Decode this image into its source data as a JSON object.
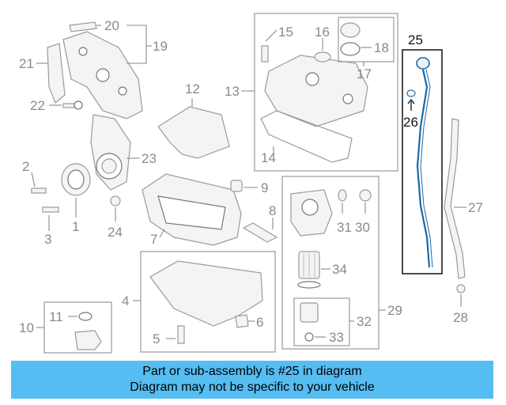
{
  "diagram": {
    "labels": {
      "p1": "1",
      "p2": "2",
      "p3": "3",
      "p4": "4",
      "p5": "5",
      "p6": "6",
      "p7": "7",
      "p8": "8",
      "p9": "9",
      "p10": "10",
      "p11": "11",
      "p12": "12",
      "p13": "13",
      "p14": "14",
      "p15": "15",
      "p16": "16",
      "p17": "17",
      "p18": "18",
      "p19": "19",
      "p20": "20",
      "p21": "21",
      "p22": "22",
      "p23": "23",
      "p24": "24",
      "p25": "25",
      "p26": "26",
      "p27": "27",
      "p28": "28",
      "p29": "29",
      "p30": "30",
      "p31": "31",
      "p32": "32",
      "p33": "33",
      "p34": "34"
    },
    "highlight_color": "#1a6aa8",
    "banner_color": "#55bdf1"
  },
  "banner": {
    "line1": "Part or sub-assembly is #25 in diagram",
    "line2": "Diagram may not be specific to your vehicle"
  }
}
